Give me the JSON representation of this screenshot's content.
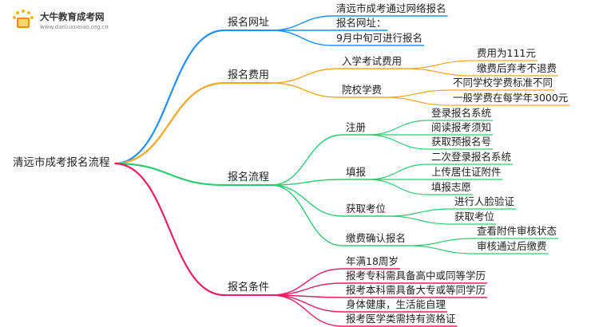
{
  "brand": {
    "name": "大牛教育成考网",
    "url": "www.daniuxueiao.org.cn"
  },
  "root": "清远市成考报名流程",
  "branches": [
    {
      "label": "报名网址",
      "color": "#1e90ff",
      "children": [
        {
          "label": "清远市成考通过网络报名",
          "children": []
        },
        {
          "label": "报名网址：",
          "children": []
        },
        {
          "label": "9月中旬可进行报名",
          "children": []
        }
      ]
    },
    {
      "label": "报名费用",
      "color": "#f5a623",
      "children": [
        {
          "label": "入学考试费用",
          "children": [
            "费用为111元",
            "缴费后弃考不退费"
          ]
        },
        {
          "label": "院校学费",
          "children": [
            "不同学校学费标准不同",
            "一般学费在每学年3000元"
          ]
        }
      ]
    },
    {
      "label": "报名流程",
      "color": "#2ecc71",
      "children": [
        {
          "label": "注册",
          "children": [
            "登录报名系统",
            "阅读报考须知",
            "获取预报名号"
          ]
        },
        {
          "label": "填报",
          "children": [
            "二次登录报名系统",
            "上传居住证附件",
            "填报志愿"
          ]
        },
        {
          "label": "获取考位",
          "children": [
            "进行人脸验证",
            "获取考位"
          ]
        },
        {
          "label": "缴费确认报名",
          "children": [
            "查看附件审核状态",
            "审核通过后缴费"
          ]
        }
      ]
    },
    {
      "label": "报名条件",
      "color": "#e91e63",
      "children": [
        {
          "label": "年满18周岁",
          "children": []
        },
        {
          "label": "报考专科需具备高中或同等学历",
          "children": []
        },
        {
          "label": "报考本科需具备大专或等同学历",
          "children": []
        },
        {
          "label": "身体健康，生活能自理",
          "children": []
        },
        {
          "label": "报考医学类需持有资格证",
          "children": []
        }
      ]
    }
  ]
}
